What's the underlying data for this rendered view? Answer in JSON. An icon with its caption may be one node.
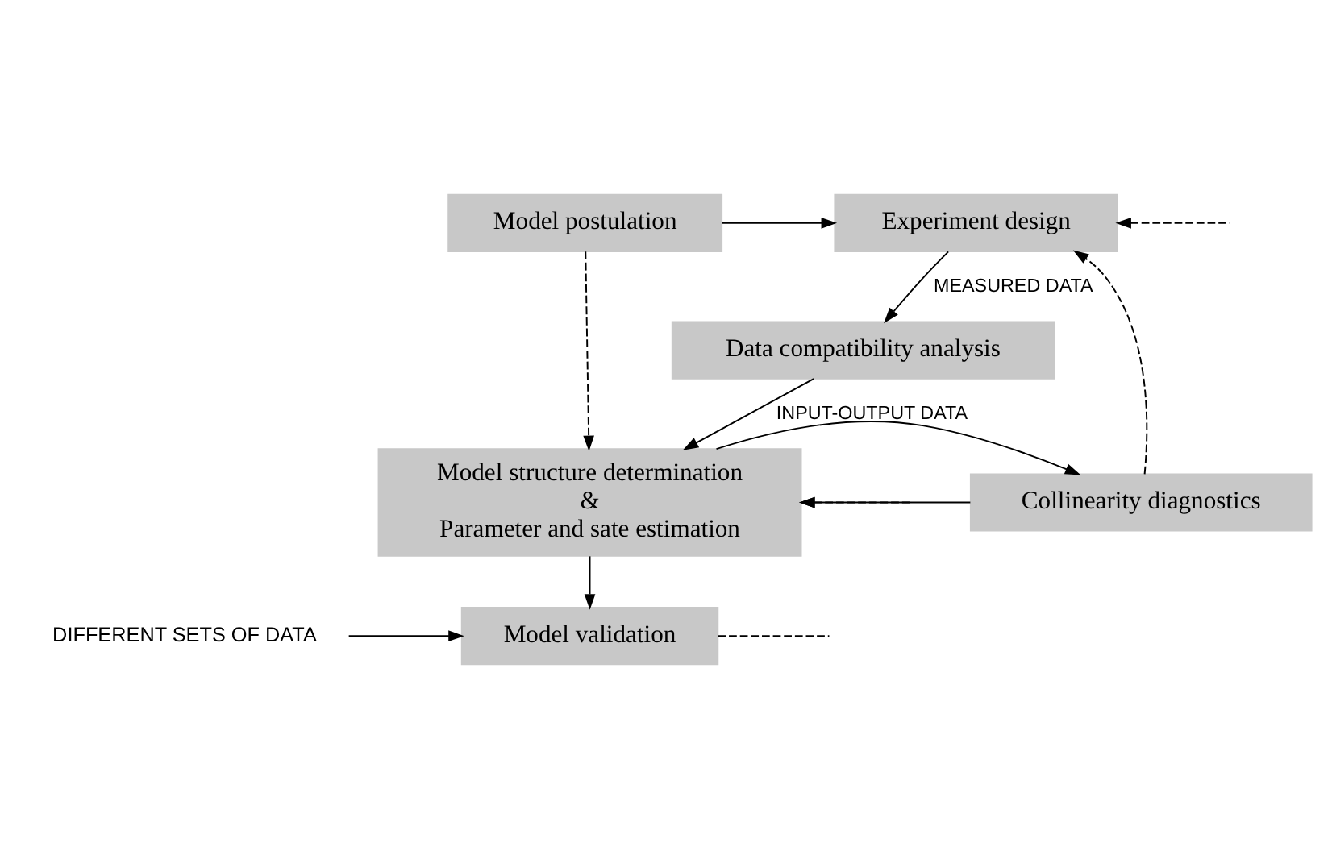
{
  "diagram": {
    "nodes": [
      {
        "text": [
          "Model postulation"
        ]
      },
      {
        "text": [
          "Experiment design"
        ]
      },
      {
        "text": [
          "Data compatibility analysis"
        ]
      },
      {
        "text": [
          "Model structure determination",
          "&",
          "Parameter and sate estimation"
        ]
      },
      {
        "text": [
          "Collinearity diagnostics"
        ]
      },
      {
        "text": [
          "Model validation"
        ]
      },
      {
        "text": [
          "DIFFERENT SETS OF DATA"
        ]
      }
    ],
    "edges": [
      {
        "from": 0,
        "to": 1,
        "arrow": "to"
      },
      {
        "from": 1,
        "to": 2,
        "arrow": "to",
        "label": "MEASURED DATA"
      },
      {
        "from": 2,
        "to": 3,
        "arrow": "to",
        "label": "INPUT-OUTPUT DATA"
      },
      {
        "from": 0,
        "to": 3,
        "arrow": "to",
        "style": "dashed"
      },
      {
        "from": 3,
        "to": 4,
        "arrow": "to"
      },
      {
        "from": 4,
        "to": 3,
        "arrow": "to"
      },
      {
        "from": 4,
        "to": 1,
        "arrow": "to",
        "style": "dashed"
      },
      {
        "from": null,
        "to": 1,
        "arrow": "to",
        "style": "dashed"
      },
      {
        "from": null,
        "to": 3,
        "arrow": "to",
        "style": "dashed"
      },
      {
        "from": 3,
        "to": 5,
        "arrow": "to"
      },
      {
        "from": 6,
        "to": 5,
        "arrow": "to"
      },
      {
        "from": 5,
        "to": null,
        "arrow": "none",
        "style": "dashed"
      }
    ]
  }
}
